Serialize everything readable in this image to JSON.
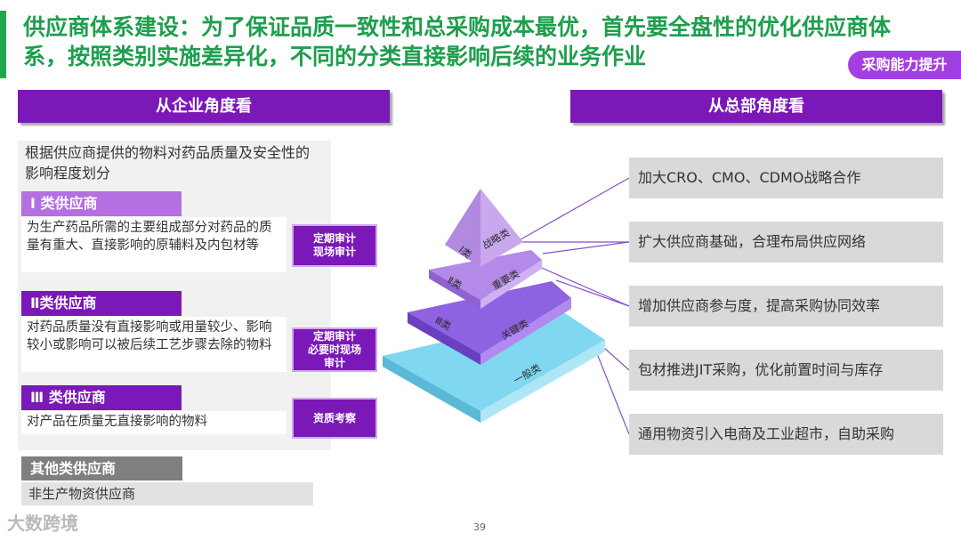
{
  "title": "供应商体系建设：为了保证品质一致性和总采购成本最优，首先要全盘性的优化供应商体系，按照类别实施差异化，不同的分类直接影响后续的业务作业",
  "badge": "采购能力提升",
  "left_header": "从企业角度看",
  "right_header": "从总部角度看",
  "intro": "根据供应商提供的物料对药品质量及安全性的影响程度划分",
  "categories": [
    {
      "label": "Ⅰ 类供应商",
      "desc": "为生产药品所需的主要组成部分对药品的质量有重大、直接影响的原辅料及内包材等",
      "audit": "定期审计\n现场审计"
    },
    {
      "label": "Ⅱ类供应商",
      "desc": "对药品质量没有直接影响或用量较少、影响较小或影响可以被后续工艺步骤去除的物料",
      "audit": "定期审计\n必要时现场\n审计"
    },
    {
      "label": "Ⅲ 类供应商",
      "desc": "对产品在质量无直接影响的物料",
      "audit": "资质考察"
    }
  ],
  "other": {
    "label": "其他类供应商",
    "desc": "非生产物资供应商"
  },
  "pyramid": {
    "levels": [
      {
        "roman": "Ⅰ类",
        "name": "战略类"
      },
      {
        "roman": "Ⅱ类",
        "name": "重要类"
      },
      {
        "roman": "Ⅲ类",
        "name": "关键类"
      },
      {
        "roman": "",
        "name": "一般类"
      }
    ]
  },
  "right_items": [
    "加大CRO、CMO、CDMO战略合作",
    "扩大供应商基础，合理布局供应网络",
    "增加供应商参与度，提高采购协同效率",
    "包材推进JIT采购，优化前置时间与库存",
    "通用物资引入电商及工业超市，自助采购"
  ],
  "page_number": "39",
  "watermark": "大数跨境",
  "colors": {
    "title_green": "#1f9e4e",
    "purple": "#7b18b8",
    "light_purple": "#b46fe0",
    "grey_box": "#d9d9d9",
    "pyramid_cyan": "#7fd8f0"
  }
}
